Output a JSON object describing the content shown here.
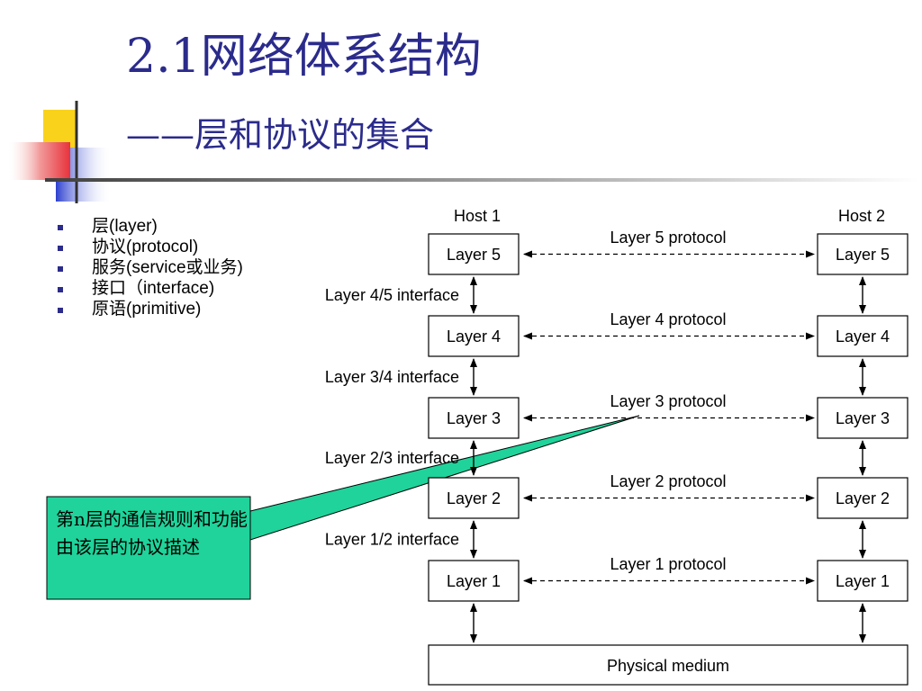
{
  "title": "2.1网络体系结构",
  "subtitle": "——层和协议的集合",
  "bullets": [
    "层(layer)",
    "协议(protocol)",
    "服务(service或业务)",
    "接口（interface)",
    "原语(primitive)"
  ],
  "diagram": {
    "host1": "Host 1",
    "host2": "Host 2",
    "layers": [
      "Layer 5",
      "Layer 4",
      "Layer 3",
      "Layer 2",
      "Layer 1"
    ],
    "protocols": [
      "Layer 5 protocol",
      "Layer 4 protocol",
      "Layer 3 protocol",
      "Layer 2 protocol",
      "Layer 1 protocol"
    ],
    "interfaces": [
      "Layer 4/5 interface",
      "Layer 3/4 interface",
      "Layer 2/3 interface",
      "Layer 1/2 interface"
    ],
    "physical": "Physical medium"
  },
  "callout": "第n层的通信规则和功能由该层的协议描述",
  "colors": {
    "title": "#2b2b8c",
    "callout_fill": "#1fd39a",
    "deco_yellow": "#f9d21b",
    "deco_blue": "#2c3fcf",
    "deco_red": "#e8323c"
  }
}
